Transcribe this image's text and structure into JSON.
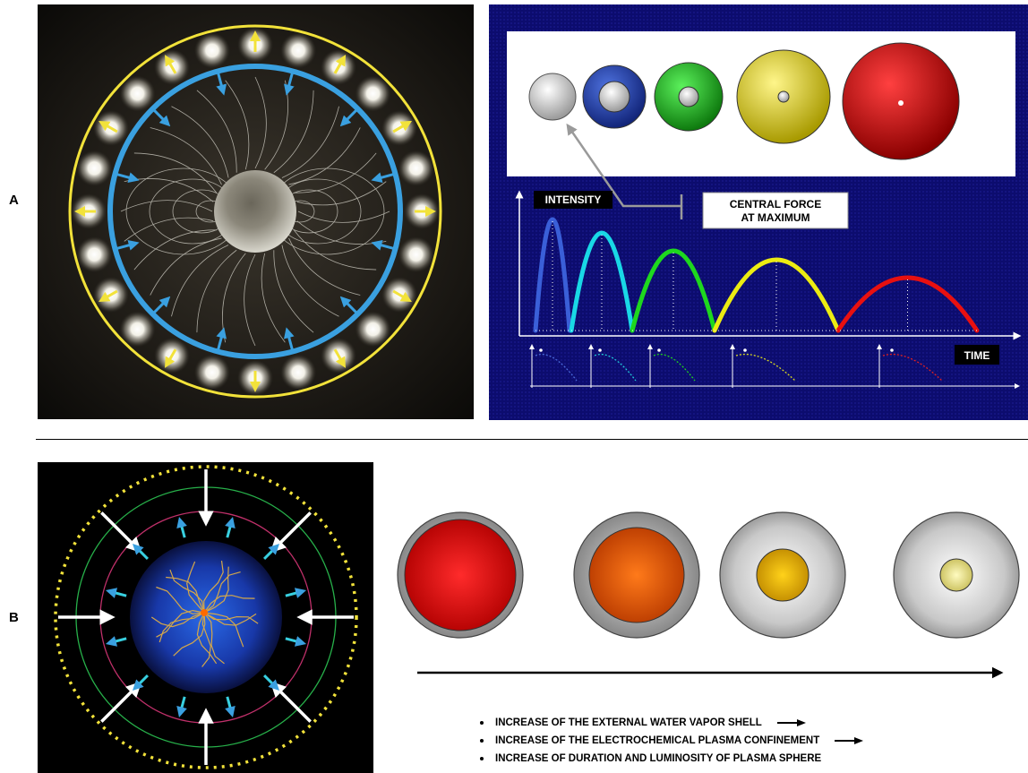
{
  "panels": {
    "a_label": "A",
    "b_label": "B"
  },
  "panel_a": {
    "intensity_label": "INTENSITY",
    "central_force_line1": "CENTRAL FORCE",
    "central_force_line2": "AT MAXIMUM",
    "time_label": "TIME",
    "sphere_colors": [
      "#d9d9d9",
      "#1f3fa8",
      "#1fae1f",
      "#d6c400",
      "#d80000"
    ],
    "peak_colors": [
      "#3a5fd8",
      "#19d8e6",
      "#1ed81e",
      "#ecec12",
      "#e81010"
    ]
  },
  "panel_b": {
    "bullets": [
      "INCREASE OF THE EXTERNAL WATER VAPOR SHELL",
      "INCREASE OF THE ELECTROCHEMICAL PLASMA CONFINEMENT",
      "INCREASE OF DURATION AND LUMINOSITY OF PLASMA SPHERE"
    ]
  },
  "colors": {
    "navy_bg": "#0c0c6e",
    "blue_ring": "#3aa0e0",
    "yellow_ring": "#f2e23a",
    "cyan_arrow": "#38d0e0"
  }
}
